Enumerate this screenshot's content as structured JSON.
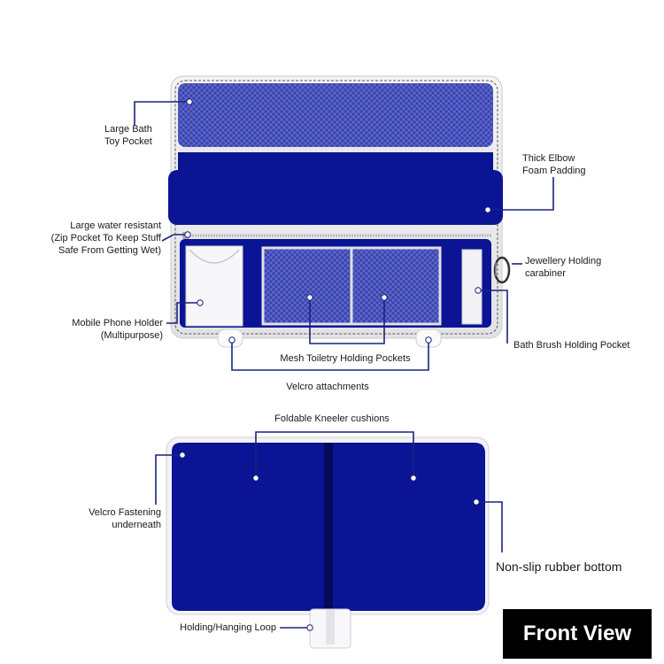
{
  "callouts": {
    "large_bath_toy_pocket": [
      "Large Bath",
      "Toy Pocket"
    ],
    "thick_elbow_foam_padding": [
      "Thick Elbow",
      "Foam Padding"
    ],
    "zip_pocket": [
      "Large water resistant",
      "(Zip Pocket To Keep Stuff",
      "Safe From Getting Wet)"
    ],
    "jewellery_carabiner": [
      "Jewellery Holding",
      "carabiner"
    ],
    "mobile_phone_holder": [
      "Mobile Phone Holder",
      "(Multipurpose)"
    ],
    "bath_brush_pocket": "Bath Brush Holding Pocket",
    "mesh_toiletry_pockets": "Mesh Toiletry Holding Pockets",
    "velcro_attachments": "Velcro attachments",
    "foldable_kneeler_cushions": "Foldable Kneeler cushions",
    "velcro_fastening": [
      "Velcro Fastening",
      "underneath"
    ],
    "non_slip_bottom": "Non-slip rubber bottom",
    "hanging_loop": "Holding/Hanging Loop"
  },
  "badge": "Front View",
  "colors": {
    "navy": "#0a1494",
    "mesh": "#3d46b4",
    "white": "#ffffff",
    "callout_line": "#1a237e",
    "badge_bg": "#000000"
  }
}
